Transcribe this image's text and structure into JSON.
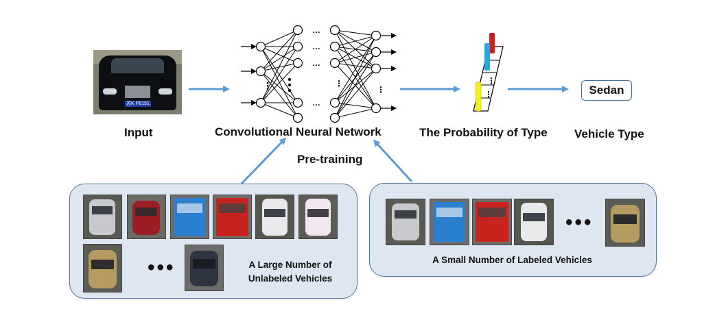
{
  "labels": {
    "input": "Input",
    "cnn": "Convolutional Neural Network",
    "probability": "The Probability of Type",
    "vehicle_type": "Vehicle Type",
    "pretraining": "Pre-training",
    "output_class": "Sedan"
  },
  "panels": {
    "unlabeled_line1": "A Large Number of",
    "unlabeled_line2": "Unlabeled Vehicles",
    "labeled": "A Small Number of Labeled Vehicles"
  },
  "plate_text": "苏K P6151",
  "colors": {
    "arrow": "#5b9bd5",
    "panel_fill": "#dde6f1",
    "panel_border": "#4a6f99",
    "bar_red": "#cc1f1f",
    "bar_blue": "#29a8e0",
    "bar_yellow": "#f2ef1a"
  }
}
